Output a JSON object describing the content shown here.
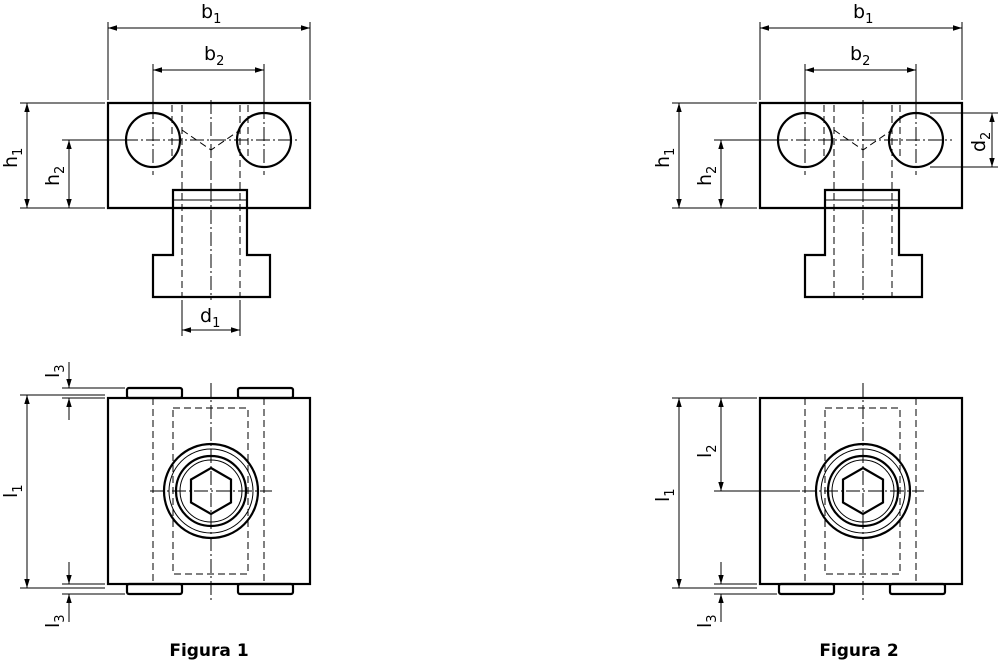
{
  "figures": [
    {
      "label": "Figura 1",
      "dims": {
        "b1": {
          "letter": "b",
          "sub": "1"
        },
        "b2": {
          "letter": "b",
          "sub": "2"
        },
        "h1": {
          "letter": "h",
          "sub": "1"
        },
        "h2": {
          "letter": "h",
          "sub": "2"
        },
        "d1": {
          "letter": "d",
          "sub": "1"
        },
        "l1": {
          "letter": "l",
          "sub": "1"
        },
        "l3_top": {
          "letter": "l",
          "sub": "3"
        },
        "l3_bottom": {
          "letter": "l",
          "sub": "3"
        }
      }
    },
    {
      "label": "Figura 2",
      "dims": {
        "b1": {
          "letter": "b",
          "sub": "1"
        },
        "b2": {
          "letter": "b",
          "sub": "2"
        },
        "h1": {
          "letter": "h",
          "sub": "1"
        },
        "h2": {
          "letter": "h",
          "sub": "2"
        },
        "d2": {
          "letter": "d",
          "sub": "2"
        },
        "l1": {
          "letter": "l",
          "sub": "1"
        },
        "l2": {
          "letter": "l",
          "sub": "2"
        },
        "l3": {
          "letter": "l",
          "sub": "3"
        }
      }
    }
  ]
}
